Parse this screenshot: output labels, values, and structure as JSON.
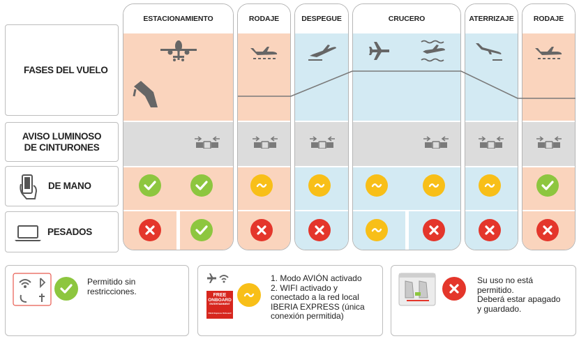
{
  "rows": {
    "fases": "FASES DEL VUELO",
    "aviso_line1": "AVISO LUMINOSO",
    "aviso_line2": "DE CINTURONES",
    "mano": "DE MANO",
    "pesados": "PESADOS"
  },
  "columns": [
    {
      "label": "ESTACIONAMIENTO"
    },
    {
      "label": "RODAJE"
    },
    {
      "label": "DESPEGUE"
    },
    {
      "label": "CRUCERO"
    },
    {
      "label": "ATERRIZAJE"
    },
    {
      "label": "RODAJE"
    }
  ],
  "legend": {
    "allowed": {
      "line1": "Permitido sin",
      "line2": "restricciones."
    },
    "conditional": {
      "line1": "1.  Modo AVIÓN activado",
      "line2": "2. WIFI activado y",
      "line3": "conectado a la red local",
      "line4": "IBERIA EXPRESS (única",
      "line5": "conexión permitida)",
      "card_line1": "FREE",
      "card_line2": "ONBOARD",
      "card_line3": "ENTERTAINMENT",
      "card_line4": "Click Express Onboard"
    },
    "forbidden": {
      "line1": "Su uso no está",
      "line2": "permitido.",
      "line3": "Deberá estar apagado",
      "line4": "y guardado."
    }
  },
  "colors": {
    "allowed": "#8dc63f",
    "conditional": "#f8bf18",
    "forbidden": "#e4362b",
    "peach": "#fad4bd",
    "blue": "#d3eaf3",
    "grey": "#dcdcdc"
  },
  "status_grid": {
    "mano": [
      "allowed",
      "allowed",
      "conditional",
      "conditional",
      "conditional",
      "conditional",
      "conditional",
      "allowed"
    ],
    "pesados": [
      "forbidden",
      "allowed",
      "forbidden",
      "forbidden",
      "conditional",
      "forbidden",
      "forbidden",
      "forbidden"
    ]
  }
}
